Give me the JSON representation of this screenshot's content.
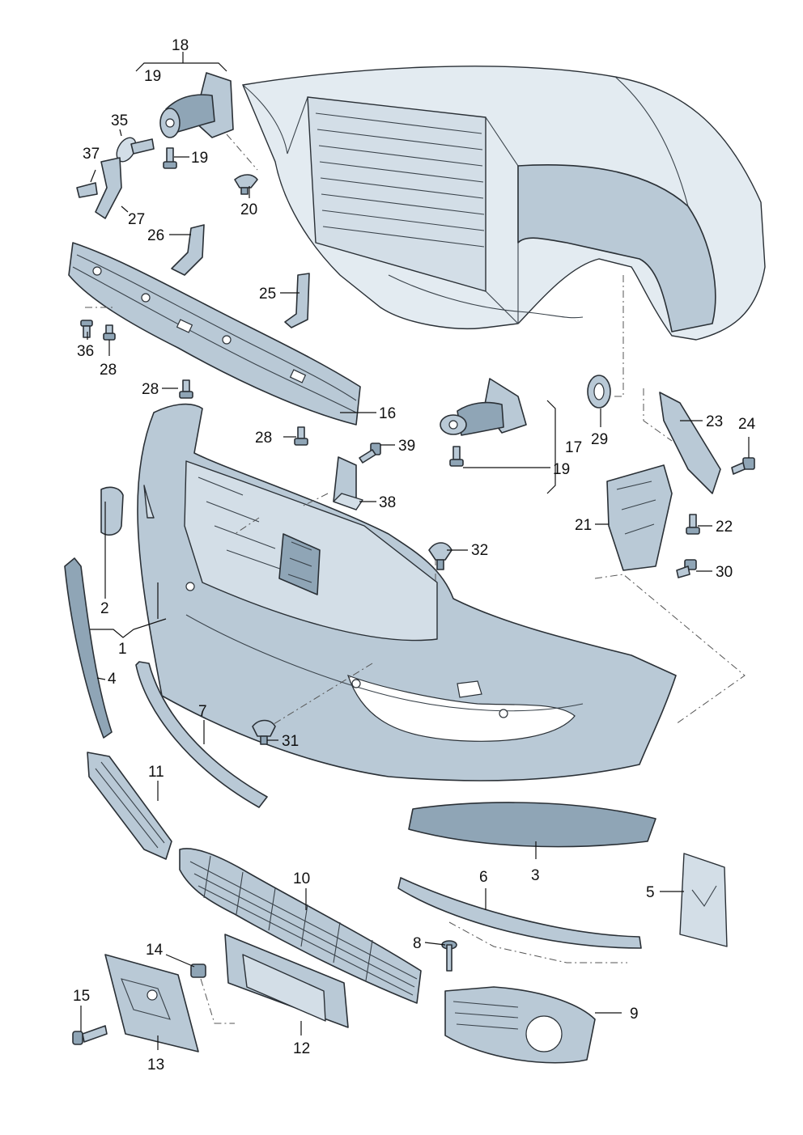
{
  "diagram": {
    "labels": [
      {
        "id": "l18",
        "text": "18"
      },
      {
        "id": "l19a",
        "text": "19"
      },
      {
        "id": "l35",
        "text": "35"
      },
      {
        "id": "l37",
        "text": "37"
      },
      {
        "id": "l19b",
        "text": "19"
      },
      {
        "id": "l20",
        "text": "20"
      },
      {
        "id": "l27",
        "text": "27"
      },
      {
        "id": "l26",
        "text": "26"
      },
      {
        "id": "l25",
        "text": "25"
      },
      {
        "id": "l36",
        "text": "36"
      },
      {
        "id": "l28a",
        "text": "28"
      },
      {
        "id": "l28b",
        "text": "28"
      },
      {
        "id": "l16",
        "text": "16"
      },
      {
        "id": "l28c",
        "text": "28"
      },
      {
        "id": "l39",
        "text": "39"
      },
      {
        "id": "l17",
        "text": "17"
      },
      {
        "id": "l19c",
        "text": "19"
      },
      {
        "id": "l29",
        "text": "29"
      },
      {
        "id": "l23",
        "text": "23"
      },
      {
        "id": "l24",
        "text": "24"
      },
      {
        "id": "l38",
        "text": "38"
      },
      {
        "id": "l21",
        "text": "21"
      },
      {
        "id": "l22",
        "text": "22"
      },
      {
        "id": "l32",
        "text": "32"
      },
      {
        "id": "l30",
        "text": "30"
      },
      {
        "id": "l2",
        "text": "2"
      },
      {
        "id": "l1",
        "text": "1"
      },
      {
        "id": "l4",
        "text": "4"
      },
      {
        "id": "l7",
        "text": "7"
      },
      {
        "id": "l31",
        "text": "31"
      },
      {
        "id": "l11",
        "text": "11"
      },
      {
        "id": "l3",
        "text": "3"
      },
      {
        "id": "l10",
        "text": "10"
      },
      {
        "id": "l6",
        "text": "6"
      },
      {
        "id": "l5",
        "text": "5"
      },
      {
        "id": "l8",
        "text": "8"
      },
      {
        "id": "l14",
        "text": "14"
      },
      {
        "id": "l15",
        "text": "15"
      },
      {
        "id": "l13",
        "text": "13"
      },
      {
        "id": "l12",
        "text": "12"
      },
      {
        "id": "l9",
        "text": "9"
      }
    ]
  }
}
